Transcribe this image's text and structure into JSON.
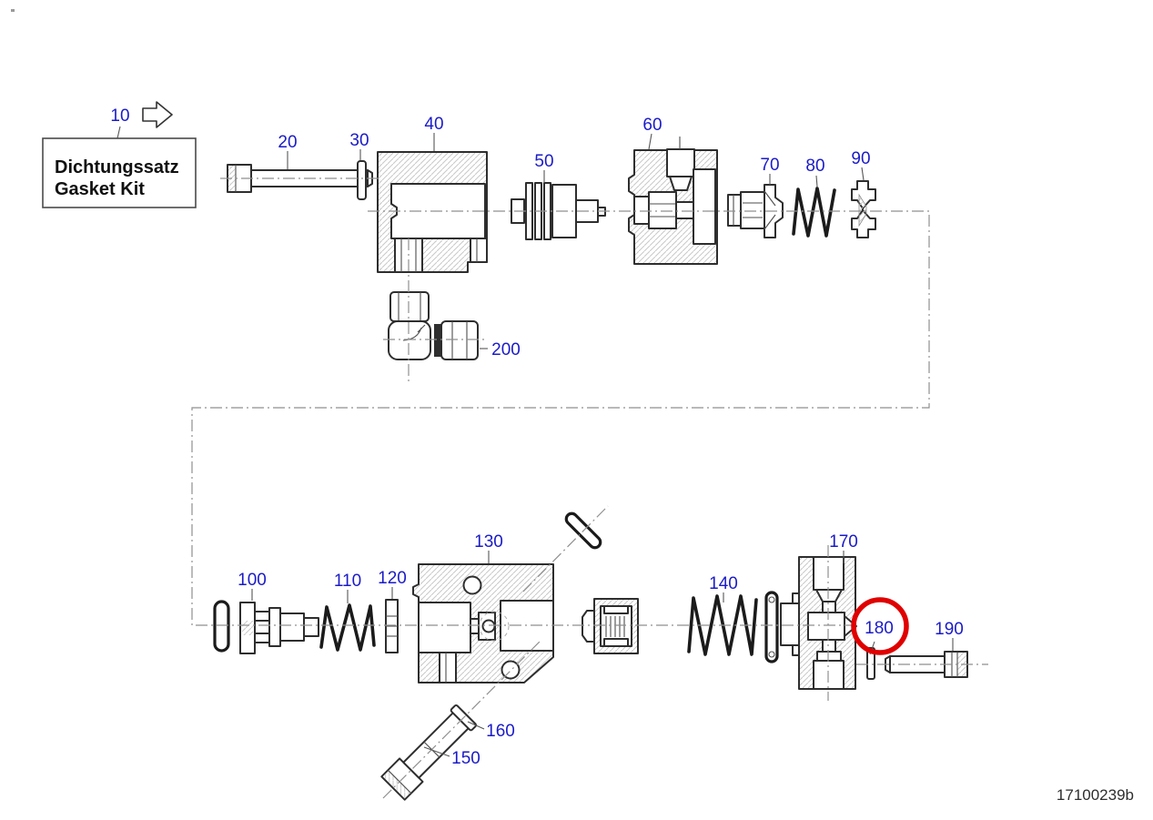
{
  "title_box": {
    "line1": "Dichtungssatz",
    "line2": "Gasket Kit"
  },
  "doc_number": "17100239b",
  "colors": {
    "label_blue": "#1b1bc8",
    "highlight_red": "#e00000",
    "outline_dark": "#2e2e2e",
    "centerline_gray": "#8f8f8f"
  },
  "callouts": [
    {
      "text": "10"
    },
    {
      "text": "20"
    },
    {
      "text": "30"
    },
    {
      "text": "40"
    },
    {
      "text": "50"
    },
    {
      "text": "60"
    },
    {
      "text": "70"
    },
    {
      "text": "80"
    },
    {
      "text": "90"
    },
    {
      "text": "100"
    },
    {
      "text": "110"
    },
    {
      "text": "120"
    },
    {
      "text": "130"
    },
    {
      "text": "140"
    },
    {
      "text": "150"
    },
    {
      "text": "160"
    },
    {
      "text": "170"
    },
    {
      "text": "180"
    },
    {
      "text": "190"
    },
    {
      "text": "200"
    }
  ],
  "highlight": {
    "circled_callout": "180"
  },
  "icons": {
    "gasket_kit_arrow": "right-arrow-outline"
  }
}
